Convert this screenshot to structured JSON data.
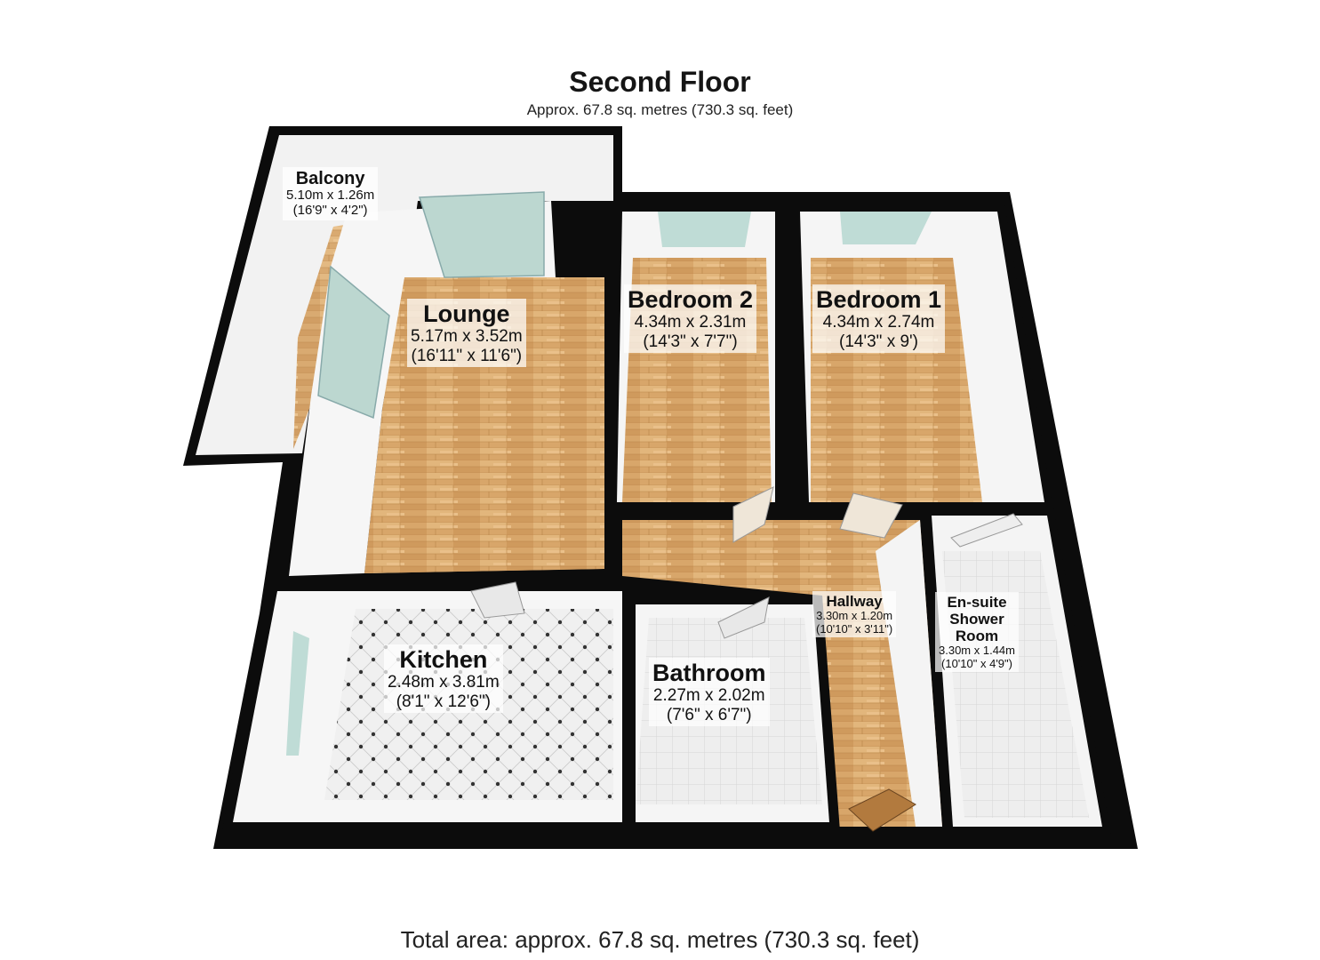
{
  "header": {
    "title": "Second Floor",
    "area": "Approx. 67.8 sq. metres (730.3 sq. feet)"
  },
  "footer": {
    "total": "Total area: approx. 67.8 sq. metres (730.3 sq. feet)"
  },
  "rooms": {
    "balcony": {
      "name": "Balcony",
      "metric": "5.10m x 1.26m",
      "imperial": "(16'9\" x 4'2\")"
    },
    "lounge": {
      "name": "Lounge",
      "metric": "5.17m x 3.52m",
      "imperial": "(16'11\" x 11'6\")"
    },
    "bedroom2": {
      "name": "Bedroom 2",
      "metric": "4.34m x 2.31m",
      "imperial": "(14'3\" x 7'7\")"
    },
    "bedroom1": {
      "name": "Bedroom 1",
      "metric": "4.34m x 2.74m",
      "imperial": "(14'3\" x 9')"
    },
    "kitchen": {
      "name": "Kitchen",
      "metric": "2.48m x 3.81m",
      "imperial": "(8'1\" x 12'6\")"
    },
    "bathroom": {
      "name": "Bathroom",
      "metric": "2.27m x 2.02m",
      "imperial": "(7'6\" x 6'7\")"
    },
    "hallway": {
      "name": "Hallway",
      "metric": "3.30m x 1.20m",
      "imperial": "(10'10\" x 3'11\")"
    },
    "ensuite": {
      "name_line1": "En-suite",
      "name_line2": "Shower",
      "name_line3": "Room",
      "metric": "3.30m x 1.44m",
      "imperial": "(10'10\" x 4'9\")"
    }
  },
  "colors": {
    "wall": "#0c0c0c",
    "wood_floor": "#d9a86a",
    "tile_floor": "#ececec",
    "wall_face": "#f4f4f4",
    "glass": "#b9d6cf"
  }
}
